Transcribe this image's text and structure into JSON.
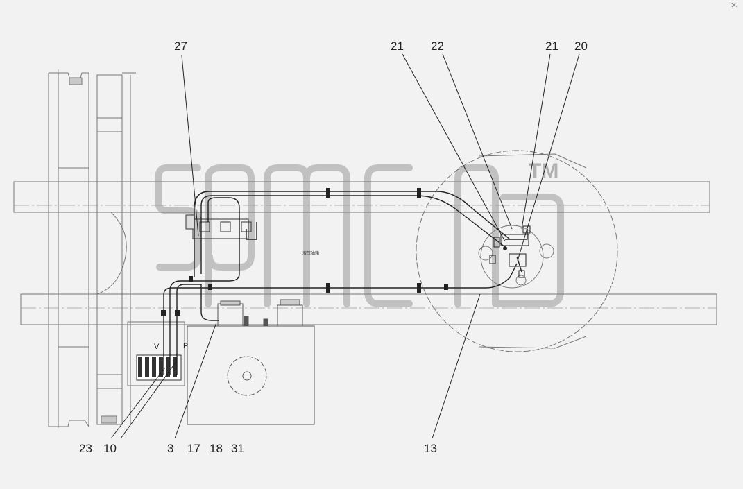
{
  "callouts": {
    "top": [
      "27",
      "21",
      "22",
      "21",
      "20"
    ],
    "bottom": [
      "23",
      "10",
      "3",
      "17",
      "18",
      "31",
      "13"
    ]
  },
  "ports": {
    "v": "V",
    "p": "P"
  },
  "tank_label": "液压油箱",
  "watermark": {
    "tm": "TM"
  },
  "colors": {
    "line": "#222222",
    "frame": "#777777",
    "centerline": "#9a9a9a",
    "watermark": "#b9b9b9",
    "background": "#f2f2f2"
  }
}
